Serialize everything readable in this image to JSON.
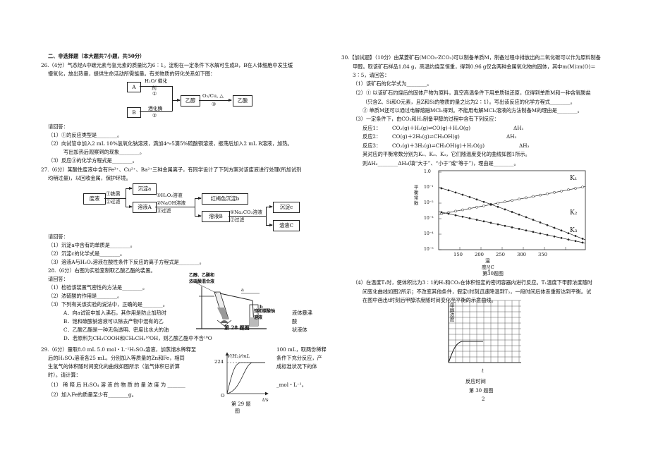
{
  "section_title": "二、非选择题（本大题共7小题，共50分）",
  "q26": {
    "stem_1": "26.（4分）气态烃A中碳元素与氢元素的质量比为6∶1。淀粉在一定条件下水解可生成B，B在人体细胞中发生缓",
    "stem_2": "慢氧化，放出热量，提供生命活动所需能量。有关物质的转化关系如下图：",
    "box_a": "A",
    "box_b": "B",
    "box_ethanol": "乙醇",
    "box_acetic": "乙酸",
    "label_water": "H₂O/ 催化",
    "label_agent": "剂",
    "label_1": "①",
    "label_yeast": "酒化酶",
    "label_2": "②",
    "label_o2": "O₂/Cu, △",
    "label_3": "③",
    "ask": "请回答：",
    "p1": "（1）①的反应类型是________。",
    "p2a": "（2）向试管中加入2 mL 10%氢氧化钠溶液，滴加4～5滴5%硫酸铜溶液，振荡后加入2 mL B溶液，加热。",
    "p2b": "写出加热后观察到的现象________。",
    "p3": "（3）反应③的化学方程式是________。"
  },
  "q27": {
    "stem_1": "27.（6分）某酸性废液中含有Fe³⁺、Cu²⁺、Ba²⁺三种金属离子，有同学设计了下列方案对该废液进行处理(所加试剂",
    "stem_2": "均稍过量)，以回收金属，保护环境。",
    "box_waste": "废液",
    "box_ppt_a": "沉淀a",
    "box_sol_a": "溶液A",
    "box_red": "红褐色沉淀b",
    "box_sol_b": "溶液B",
    "box_ppt_c": "沉淀c",
    "box_sol_c": "溶液C",
    "lbl_fe": "①铁屑",
    "lbl_filter2": "②过滤",
    "lbl_h2o2": "①H₂O₂溶液",
    "lbl_naoh": "②NaOH溶液",
    "lbl_filter3": "③过滤",
    "lbl_na2co3": "①Na₂CO₃溶液",
    "lbl_filter2b": "②过滤",
    "ask": "请回答：",
    "p1": "（1）沉淀a中含有的单质是________。",
    "p2": "（2）沉淀c的化学式是________。",
    "p3": "（3）溶液A与H₂O₂溶液在酸性条件下反应的离子方程式是________。"
  },
  "q28": {
    "stem": "28.（6分）右图为实验室制取乙酸乙酯的装置。",
    "ask": "请回答：",
    "p1": "（1）检验该装置气密性的方法是________。",
    "p2": "（2）浓硫酸的作用是________。",
    "p3": "（3）下列有关该实验的说法中，正确的是________。",
    "oa": "A．向a试管中加入沸石，其作用是防止加热时",
    "ob": "B．饱和碳酸钠溶液可以除去产物中混有的乙",
    "oc": "C．乙酸乙酯是一种无色透明、密度比水大的油",
    "od": "D．若原料为CH₃COOH和CH₃CH₂¹⁸OH，则乙酸乙酯中不含¹⁸O",
    "frag1": "液体暴沸",
    "frag2": "酸",
    "frag3": "状液体",
    "fig_label_top": "乙醇、乙酸和",
    "fig_label_top2": "浓硫酸混合液",
    "fig_a": "a",
    "fig_b": "b",
    "fig_na2co3": "饱和碳酸钠",
    "fig_na2co3_2": "溶液",
    "fig_caption": "第 28 题图"
  },
  "q29": {
    "s1": "29.（6分）量取8.0 mL 5.0 mol・L⁻¹H₂SO₄溶液，加蒸馏水稀释至",
    "s2": "后的H₂SO₄溶液各25 mL，分别加入等质量的Zn和Fe，相同",
    "s3": "生氢气的体积随时间变化的曲线如图所示（氢气体积已折算",
    "s4": "时）。请计算：",
    "r1": "100 mL，取两份稀释",
    "r2": "条件下充分反应，产",
    "r3": "成标准状况下的体",
    "p1": "（1） 稀 释 后 H₂SO₄ 溶 液 的 物 质 的 量 浓 度 为 _______",
    "p1_unit": "_mol・L⁻¹。",
    "p2": "（2）加入Fe的质量至少有________g。",
    "fig_ylabel": "V(H₂)/mL",
    "fig_224": "224",
    "fig_o": "O",
    "fig_xlabel": "t/s",
    "fig_caption1": "第 29 题",
    "fig_caption2": "图"
  },
  "q30": {
    "s1": "30.【加试题】（10分）由某菱矿石(MCO₃·ZCO₃)可以制备单质M，制备过程中排放出的二氧化碳可以作为原料制备",
    "s2": "甲醇。取该矿石样品1.84 g，高温灼烧至恒重，得到0.96 g仅含两种金属氧化物的固体，其中m(M)∶m(O)＝",
    "s3": "3∶5，请回答：",
    "p1": "（1）该矿石的化学式为________。",
    "p2_1": "（2）① 以该矿石灼烧后的固体产物为原料，真空高温条件下用单质硅还原，仅得到单质M和一种含氧酸盐",
    "p2_2": "（只含Z、Si和O元素，且Z和Si的物质的量之比为2∶1）。写出该反应的化学方程式________。",
    "p2_3": "② 单质M还可以通过电解熔融MCl₂得到。不能用电解MCl₂溶液的方法制备M的理由是________。",
    "p3": "（3）一定条件下，由CO₂和H₂制备甲醇的过程中含有下列反应：",
    "r1a": "反应1：",
    "r1b": "CO₂(g)＋H₂(g)⇌CO(g)＋H₂O(g)",
    "r1c": "ΔH₁",
    "r2a": "反应2：",
    "r2b": "CO(g)＋2H₂(g)⇌CH₃OH(g)",
    "r2c": "ΔH₂",
    "r3a": "反应3：",
    "r3b": "CO₂(g)＋3H₂(g)⇌CH₃OH(g)＋H₂O(g)",
    "r3c": "ΔH₃",
    "k_line": "其对应的平衡常数分别为K₁、K₂、K₃，它们随温度变化的曲线如图1所示。",
    "compare": "则ΔH₂________ΔH₃(填“大于”、“小于”或“等于”)，理由是________。",
    "p4_1": "（4）在温度T₁时，使体积比为3∶1的H₂和CO₂在体积恒定的密闭容器内进行反应。T₁温度下甲醇浓度随时",
    "p4_2": "间变化曲线如图2所示；不改变其他条件，假定t时刻迅速降温到T₂，一段时间后体系重新达到平衡。试",
    "p4_3": "在图中画出t时刻后甲醇浓度随时间变化至平衡的示意曲线。",
    "fig1_ylabel": "平衡常数",
    "fig1_xlabel_1": "温",
    "fig1_xlabel_2": "度/°C",
    "fig1_yticks": [
      "1.0",
      "10⁻¹",
      "10⁻²",
      "10⁻³",
      "10⁻⁴",
      "10⁻⁵"
    ],
    "fig1_xticks": [
      "150",
      "200",
      "250",
      "300",
      "350"
    ],
    "fig1_caption": "第30题图",
    "fig1_caption2": "1",
    "fig1_k1": "K₁",
    "fig1_k2": "K₂",
    "fig1_k3": "K₃",
    "fig2_ylabel": "甲醇浓度",
    "fig2_t": "t",
    "fig2_xlabel": "反应时间",
    "fig2_caption": "第 30 题图",
    "fig2_caption2": "2"
  }
}
